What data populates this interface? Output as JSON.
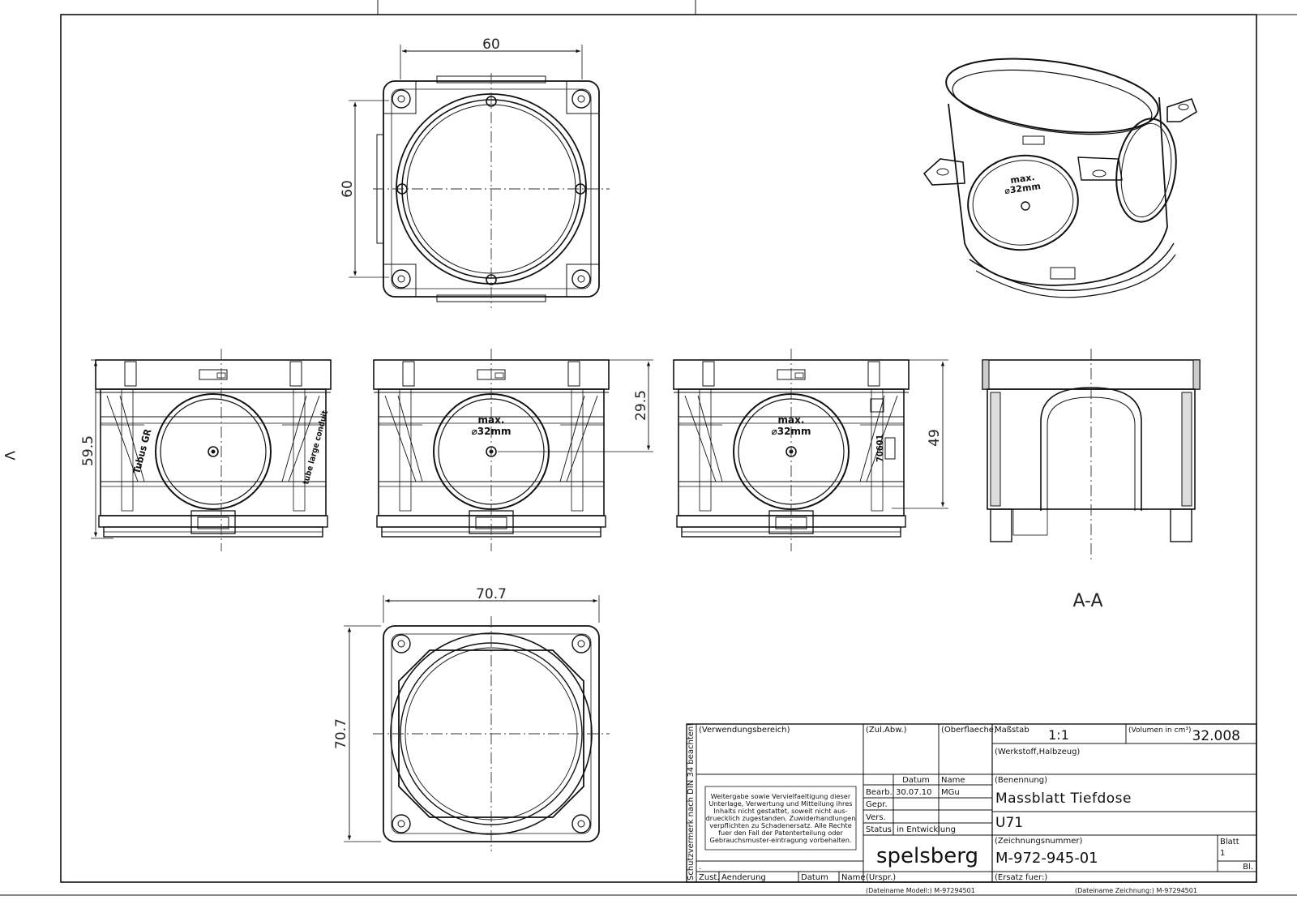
{
  "dimensions": {
    "top_width": "60",
    "top_height": "60",
    "side_height": "59.5",
    "front_offset": "29.5",
    "right_height": "49",
    "bottom_width": "70.7",
    "bottom_height": "70.7"
  },
  "labels": {
    "section": "A-A",
    "max_line1": "max.",
    "max_line2": "⌀32mm",
    "tubus": "Tubus GR",
    "tube_large": "tube large conduit",
    "code": "70601",
    "side_letter": "V",
    "iso_max1": "max.",
    "iso_max2": "⌀32mm"
  },
  "title_block": {
    "protection_note": "Schutzvermerk nach DIN 34 beachten!",
    "verwendungsbereich": "(Verwendungsbereich)",
    "zul_abw": "(Zul.Abw.)",
    "oberflaeche": "(Oberflaeche)",
    "massstab_label": "Maßstab",
    "massstab": "1:1",
    "volumen_label": "(Volumen in cm³)",
    "volumen": "32.008",
    "werkstoff": "(Werkstoff,Halbzeug)",
    "datum_header": "Datum",
    "name_header": "Name",
    "benennung_label": "(Benennung)",
    "bearb": "Bearb.",
    "bearb_date": "30.07.10",
    "bearb_name": "MGu",
    "gepr": "Gepr.",
    "vers": "Vers.",
    "status": "Status",
    "status_value": "in Entwicklung",
    "title": "Massblatt Tiefdose",
    "subtitle": "U71",
    "legal": [
      "Weitergabe sowie Vervielfaeltigung dieser",
      "Unterlage, Verwertung und Mitteilung ihres",
      "Inhalts nicht gestattet, soweit nicht aus-",
      "druecklich zugestanden. Zuwiderhandlungen",
      "verpflichten zu Schadenersatz. Alle Rechte",
      "fuer den Fall der Patenterteilung oder",
      "Gebrauchsmuster-eintragung vorbehalten."
    ],
    "company": "spelsberg",
    "zeichnungsnummer_label": "(Zeichnungsnummer)",
    "zeichnungsnummer": "M-972-945-01",
    "blatt_label": "Blatt",
    "blatt": "1",
    "bl": "Bl.",
    "zust": "Zust.",
    "aenderung": "Aenderung",
    "datum": "Datum",
    "name": "Name",
    "urspr": "(Urspr.)",
    "ersatz": "(Ersatz fuer:)",
    "dot": ".",
    "modell_file": "(Dateiname Modell:) M-97294501",
    "zeichnung_file": "(Dateiname Zeichnung:) M-97294501"
  }
}
